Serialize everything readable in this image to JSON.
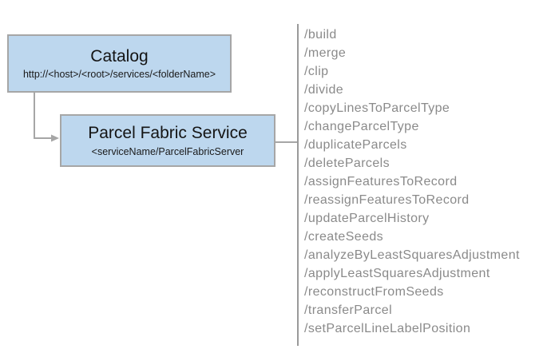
{
  "diagram": {
    "catalog_box": {
      "title": "Catalog",
      "subtitle": "http://<host>/<root>/services/<folderName>"
    },
    "service_box": {
      "title": "Parcel Fabric Service",
      "subtitle": "<serviceName/ParcelFabricServer"
    },
    "endpoints": {
      "items": [
        "/build",
        "/merge",
        "/clip",
        "/divide",
        "/copyLinesToParcelType",
        "/changeParcelType",
        "/duplicateParcels",
        "/deleteParcels",
        "/assignFeaturesToRecord",
        "/reassignFeaturesToRecord",
        "/updateParcelHistory",
        "/createSeeds",
        "/analyzeByLeastSquaresAdjustment",
        "/applyLeastSquaresAdjustment",
        "/reconstructFromSeeds",
        "/transferParcel",
        "/setParcelLineLabelPosition"
      ]
    },
    "colors": {
      "box_fill": "#bdd7ee",
      "box_border": "#a6a6a6",
      "connector": "#a6a6a6",
      "divider": "#9a9a9a",
      "endpoint_text": "#8a8a8a",
      "title_text": "#141414"
    }
  }
}
